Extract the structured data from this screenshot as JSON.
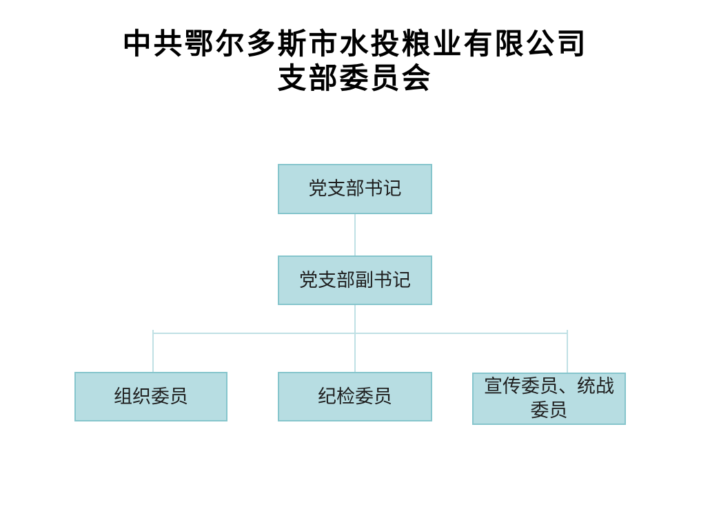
{
  "title": {
    "line1": "中共鄂尔多斯市水投粮业有限公司",
    "line2": "支部委员会"
  },
  "org_chart": {
    "type": "org-tree",
    "nodes": [
      {
        "id": "secretary",
        "label": "党支部书记",
        "level": 1,
        "reports_to": null
      },
      {
        "id": "deputy-secretary",
        "label": "党支部副书记",
        "level": 2,
        "reports_to": "secretary"
      },
      {
        "id": "organization-member",
        "label": "组织委员",
        "level": 3,
        "reports_to": "deputy-secretary"
      },
      {
        "id": "discipline-inspection-member",
        "label": "纪检委员",
        "level": 3,
        "reports_to": "deputy-secretary"
      },
      {
        "id": "publicity-united-front-member",
        "label": "宣传委员、统战委员",
        "level": 3,
        "reports_to": "deputy-secretary"
      }
    ],
    "colors": {
      "node_fill": "#b7dde2",
      "node_border": "#85c5cc",
      "connector": "#bfe0e4",
      "node_text": "#1f1f1f",
      "title_text": "#000000"
    }
  }
}
